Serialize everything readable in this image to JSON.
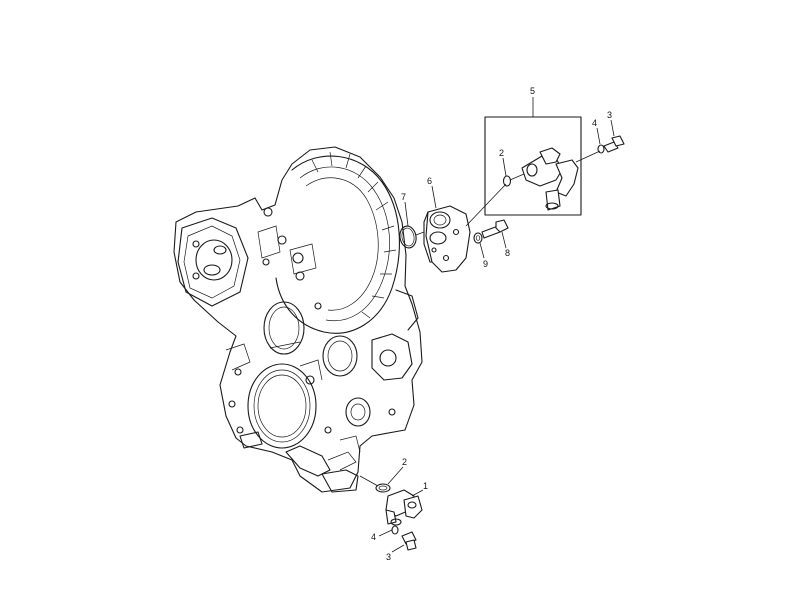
{
  "callouts": [
    {
      "id": "c5",
      "label": "5"
    },
    {
      "id": "c3a",
      "label": "3"
    },
    {
      "id": "c4a",
      "label": "4"
    },
    {
      "id": "c2a",
      "label": "2"
    },
    {
      "id": "c6",
      "label": "6"
    },
    {
      "id": "c7",
      "label": "7"
    },
    {
      "id": "c9",
      "label": "9"
    },
    {
      "id": "c8",
      "label": "8"
    },
    {
      "id": "c2b",
      "label": "2"
    },
    {
      "id": "c1",
      "label": "1"
    },
    {
      "id": "c4b",
      "label": "4"
    },
    {
      "id": "c3b",
      "label": "3"
    }
  ],
  "colors": {
    "line": "#1a1a1a",
    "background": "#ffffff"
  }
}
